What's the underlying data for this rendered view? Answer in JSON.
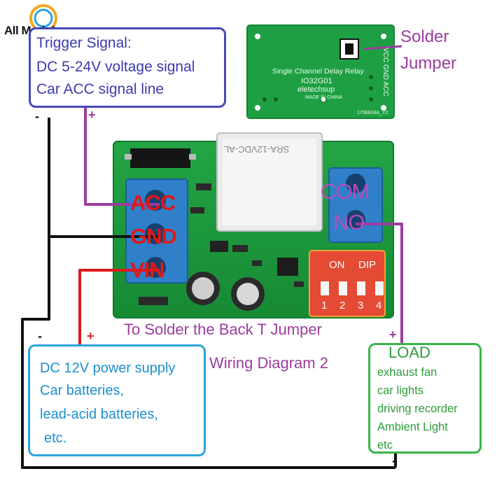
{
  "brand": {
    "name": "All Modules"
  },
  "trigger_box": {
    "lines": [
      "Trigger Signal:",
      "DC 5-24V voltage signal",
      "Car ACC signal line"
    ]
  },
  "solder_caption": {
    "line1": "Solder",
    "line2": "Jumper"
  },
  "back_board": {
    "title": "Single Channel Delay Relay",
    "model": "IO32G01",
    "maker": "eletechsup",
    "made_in": "MADE IN CHINA",
    "code": "1756634A_Y2",
    "left_pins": "COM NO",
    "right_pins": "VCC GND ACC"
  },
  "board": {
    "input_labels": [
      "ACC",
      "GND",
      "VIN"
    ],
    "output_labels": [
      "COM",
      "NO"
    ],
    "dip": {
      "on_label": "ON",
      "dip_label": "DIP",
      "numbers": [
        "1",
        "2",
        "3",
        "4"
      ]
    },
    "relay_text": "SRA-12VDC-AL"
  },
  "captions": {
    "line1": "To Solder the Back T Jumper",
    "line2": "Wiring Diagram 2"
  },
  "power_box": {
    "lines": [
      "DC 12V power supply",
      "Car batteries,",
      "lead-acid batteries,",
      "etc."
    ]
  },
  "load_box": {
    "title": "LOAD",
    "lines": [
      "exhaust fan",
      "car lights",
      "driving recorder",
      "Ambient Light",
      "etc"
    ]
  },
  "polarity": {
    "trigger_minus": "-",
    "trigger_plus": "+",
    "power_minus": "-",
    "power_plus": "+",
    "load_plus": "+",
    "load_minus": "-"
  },
  "colors": {
    "trigger": "#4848b8",
    "power": "#2aa4dc",
    "load": "#39b54a",
    "purple": "#9b3d9e",
    "red": "#e01818",
    "pcb": "#1f9a3a"
  }
}
